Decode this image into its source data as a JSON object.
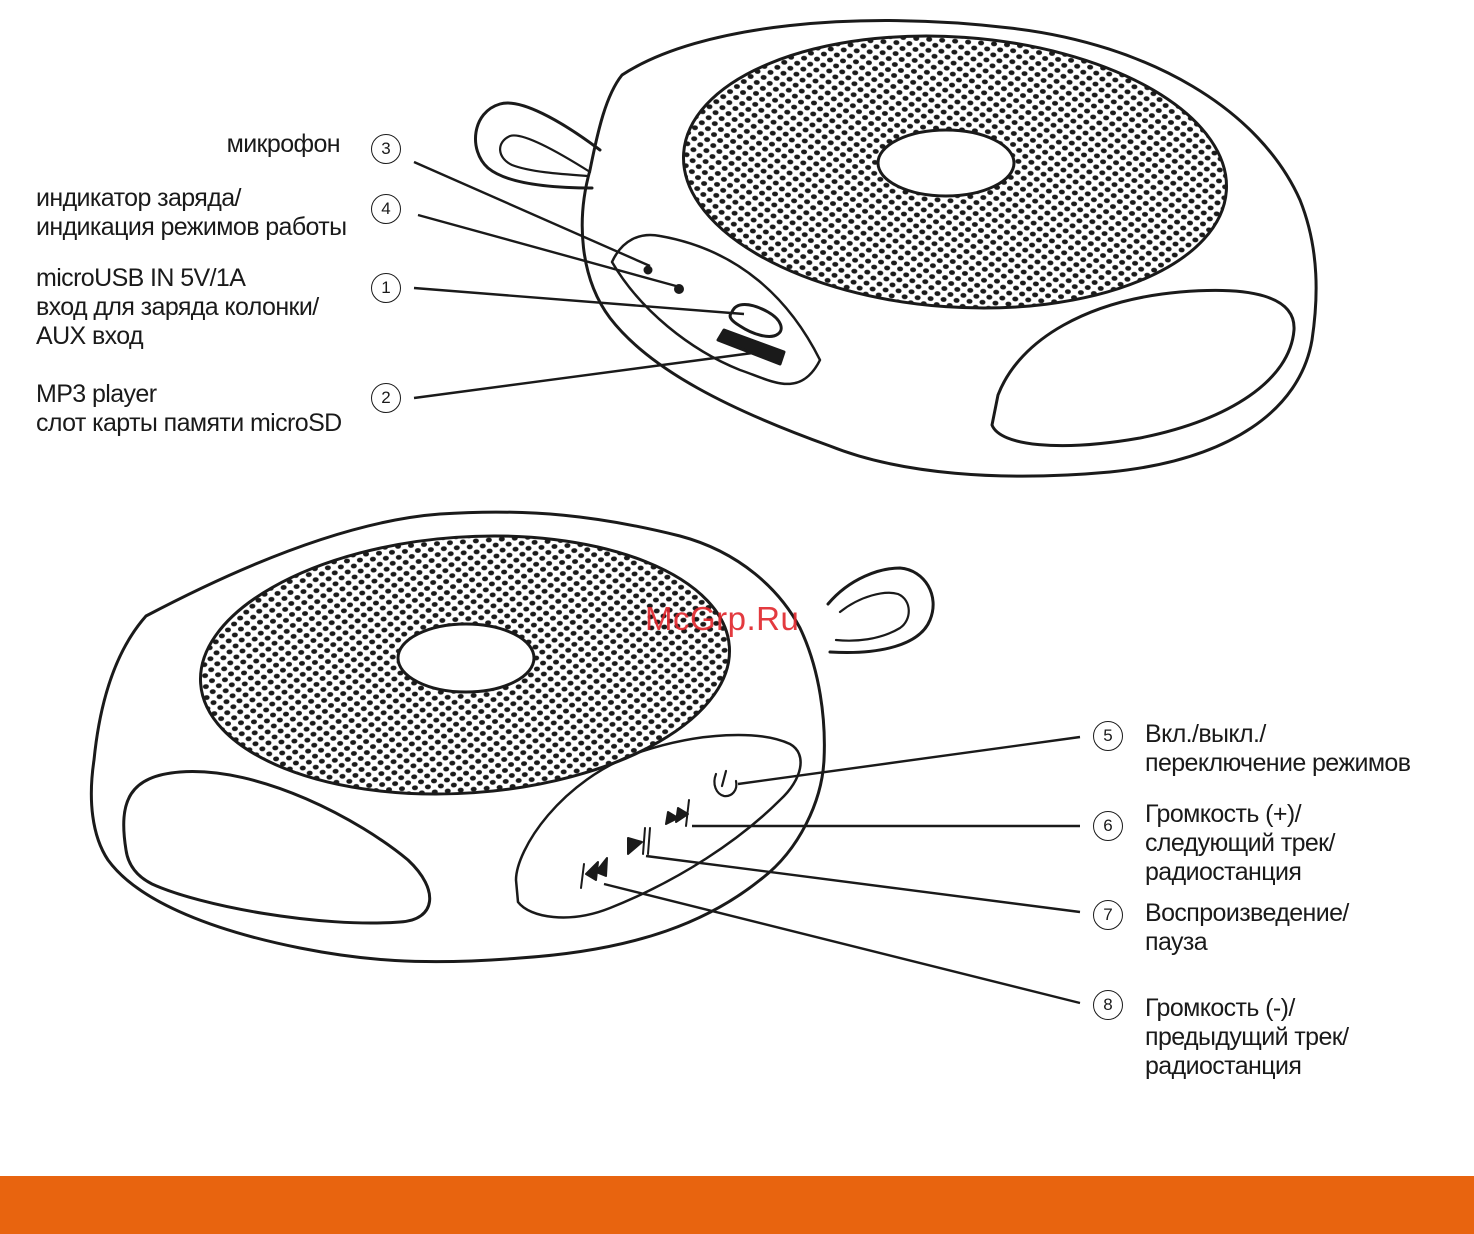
{
  "colors": {
    "line": "#1a1a1a",
    "watermark": "#e0252b",
    "footer": "#e8640f",
    "background": "#ffffff"
  },
  "watermark": "McGrp.Ru",
  "callouts": {
    "c1": {
      "number": "1",
      "lines": [
        "microUSB IN  5V/1A",
        "вход для заряда колонки/",
        "AUX вход"
      ]
    },
    "c2": {
      "number": "2",
      "lines": [
        "MP3 player",
        "слот карты памяти microSD"
      ]
    },
    "c3": {
      "number": "3",
      "lines": [
        "микрофон"
      ]
    },
    "c4": {
      "number": "4",
      "lines": [
        "индикатор заряда/",
        "индикация режимов работы"
      ]
    },
    "c5": {
      "number": "5",
      "lines": [
        "Вкл./выкл./",
        "переключение режимов"
      ]
    },
    "c6": {
      "number": "6",
      "lines": [
        "Громкость (+)/",
        "следующий трек/",
        "радиостанция"
      ]
    },
    "c7": {
      "number": "7",
      "lines": [
        "Воспроизведение/",
        "пауза"
      ]
    },
    "c8": {
      "number": "8",
      "lines": [
        "Громкость (-)/",
        "предыдущий трек/",
        "радиостанция"
      ]
    }
  },
  "icons": {
    "power": "power-icon",
    "next": "next-track-icon",
    "play_pause": "play-pause-icon",
    "prev": "previous-track-icon"
  }
}
